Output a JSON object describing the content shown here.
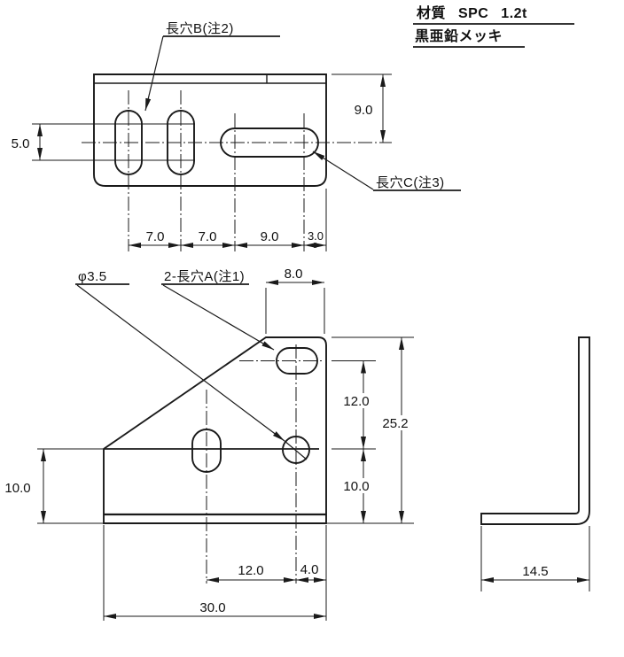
{
  "material_block": {
    "material": "材質 SPC 1.2t",
    "plating": "黒亜鉛メッキ"
  },
  "callouts": {
    "slot_b": "長穴B(注2)",
    "slot_c": "長穴C(注3)",
    "slot_a": "2-長穴A(注1)",
    "hole_diameter": "φ3.5"
  },
  "dimensions": {
    "top_view": {
      "pitch_b1_b2": "7.0",
      "pitch_b2_c": "7.0",
      "slot_c_span": "9.0",
      "c_to_edge": "3.0",
      "slot_b_span": "5.0",
      "top_to_center": "9.0"
    },
    "front_view": {
      "top_edge_width": "8.0",
      "hole_vertical_pitch": "12.0",
      "overall_height": "25.2",
      "center_to_bottom_right": "10.0",
      "center_to_bottom_left": "10.0",
      "hole_horizontal_pitch": "12.0",
      "hole_to_right_edge": "4.0",
      "overall_width": "30.0"
    },
    "side_view": {
      "flange_depth": "14.5"
    }
  },
  "colors": {
    "line": "#1a1a1a",
    "background": "#ffffff"
  }
}
